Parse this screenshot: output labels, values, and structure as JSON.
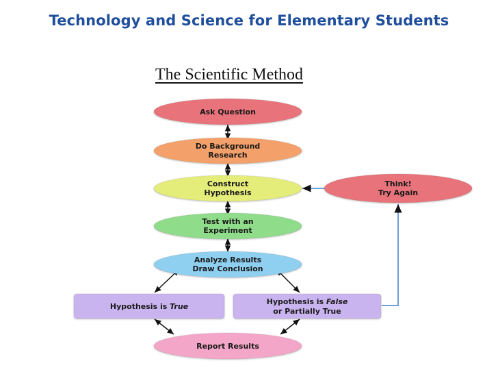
{
  "header": {
    "title": "Technology and Science for Elementary Students"
  },
  "diagram": {
    "title": "The Scientific Method",
    "nodes": {
      "ask_question": {
        "lines": [
          "Ask Question"
        ],
        "color": "#e8737a"
      },
      "background_research": {
        "lines": [
          "Do Background",
          "Research"
        ],
        "color": "#f4a06a"
      },
      "construct_hypothesis": {
        "lines": [
          "Construct",
          "Hypothesis"
        ],
        "color": "#e4ec7a"
      },
      "test_experiment": {
        "lines": [
          "Test with an",
          "Experiment"
        ],
        "color": "#8fdc8a"
      },
      "analyze_results": {
        "lines": [
          "Analyze Results",
          "Draw Conclusion"
        ],
        "color": "#8fcff0"
      },
      "hypothesis_true": {
        "prefix": "Hypothesis is ",
        "emphasis": "True",
        "color": "#c9b4ef"
      },
      "hypothesis_false": {
        "line1_prefix": "Hypothesis is ",
        "line1_emphasis": "False",
        "line2": "or Partially True",
        "color": "#c9b4ef"
      },
      "report_results": {
        "lines": [
          "Report Results"
        ],
        "color": "#f4a6c8"
      },
      "think_try_again": {
        "lines": [
          "Think!",
          "Try Again"
        ],
        "color": "#e8737a"
      }
    },
    "arrow_color": "#111111",
    "connector_color": "#6aa0dc"
  }
}
